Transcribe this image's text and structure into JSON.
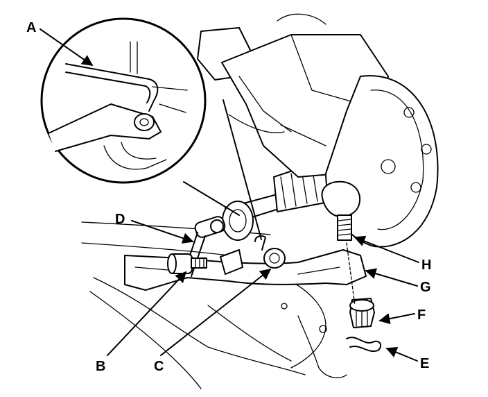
{
  "callouts": [
    {
      "id": "A",
      "text": "A"
    },
    {
      "id": "B",
      "text": "B"
    },
    {
      "id": "C",
      "text": "C"
    },
    {
      "id": "D",
      "text": "D"
    },
    {
      "id": "E",
      "text": "E"
    },
    {
      "id": "F",
      "text": "F"
    },
    {
      "id": "G",
      "text": "G"
    },
    {
      "id": "H",
      "text": "H"
    }
  ],
  "colors": {
    "ink": "#000000",
    "paper": "#ffffff"
  }
}
